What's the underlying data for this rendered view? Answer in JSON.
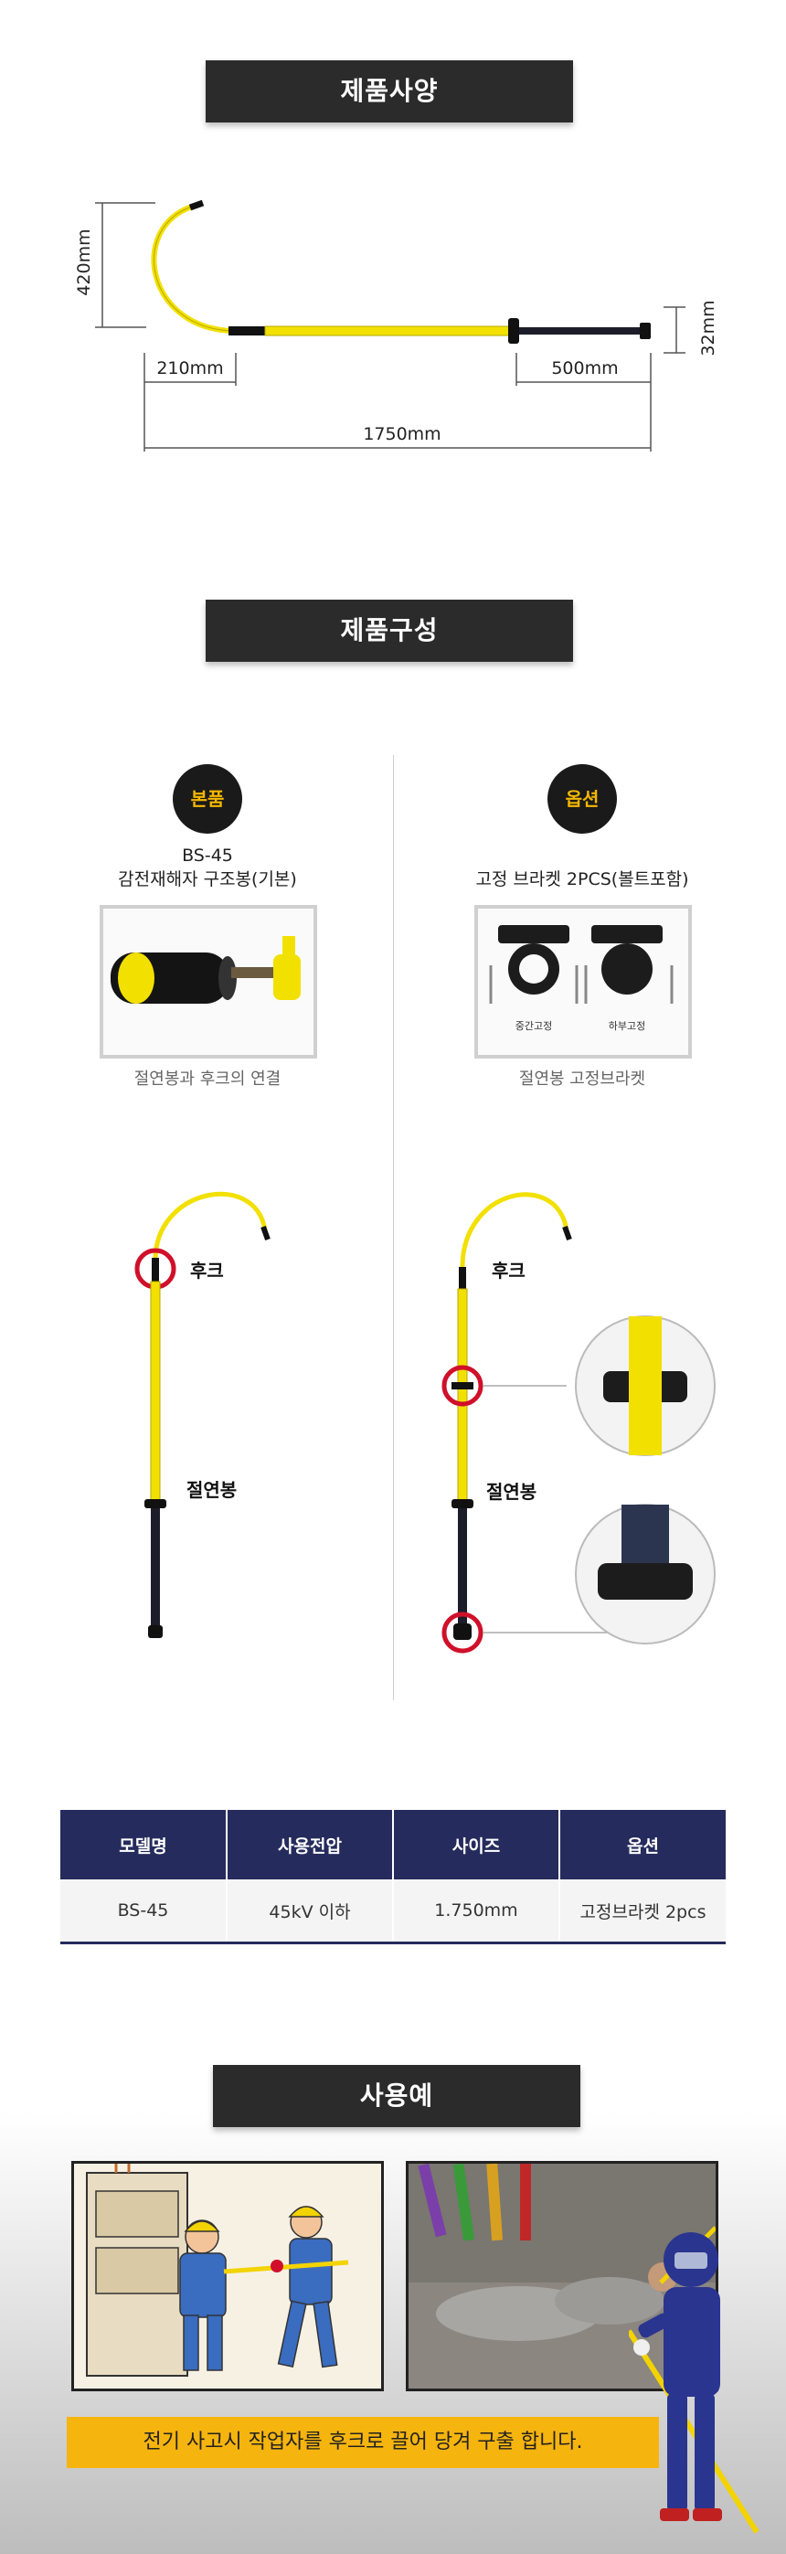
{
  "section1": {
    "title": "제품사양"
  },
  "dimensions": {
    "height": "420mm",
    "hook_width": "210mm",
    "handle_length": "500mm",
    "thickness": "32mm",
    "total_length": "1750mm"
  },
  "section2": {
    "title": "제품구성"
  },
  "main_product": {
    "badge": "본품",
    "model": "BS-45",
    "name": "감전재해자 구조봉(기본)",
    "caption": "절연봉과 후크의 연결"
  },
  "option_product": {
    "badge": "옵션",
    "name": "고정 브라켓 2PCS(볼트포함)",
    "caption": "절연봉 고정브라켓",
    "sub_label_1": "중간고정",
    "sub_label_2": "하부고정"
  },
  "diagram_left": {
    "hook_label": "후크",
    "rod_label": "절연봉"
  },
  "diagram_right": {
    "hook_label": "후크",
    "rod_label": "절연봉"
  },
  "spec_table": {
    "headers": [
      "모델명",
      "사용전압",
      "사이즈",
      "옵션"
    ],
    "row": [
      "BS-45",
      "45kV 이하",
      "1.750mm",
      "고정브라켓 2pcs"
    ]
  },
  "section3": {
    "title": "사용예"
  },
  "usage": {
    "text": "전기 사고시 작업자를 후크로 끌어 당겨 구출 합니다."
  },
  "colors": {
    "banner": "#2b2b2b",
    "table_header": "#252b5c",
    "accent_yellow": "#f6b40e",
    "rod_yellow": "#f2e000",
    "marker_red": "#d0102a"
  }
}
